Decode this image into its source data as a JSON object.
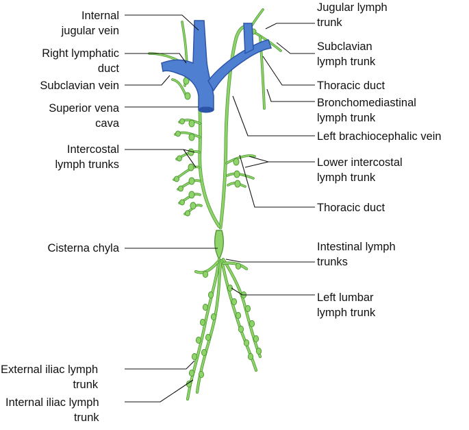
{
  "labels": {
    "internal_jugular_vein": [
      "Internal",
      "jugular vein"
    ],
    "right_lymphatic_duct": [
      "Right lymphatic",
      "duct"
    ],
    "subclavian_vein": [
      "Subclavian vein"
    ],
    "superior_vena_cava": [
      "Superior vena",
      "cava"
    ],
    "intercostal_lymph_trunks": [
      "Intercostal",
      "lymph trunks"
    ],
    "cisterna_chyla": [
      "Cisterna chyla"
    ],
    "external_iliac_lymph_trunk": [
      "External iliac lymph",
      "trunk"
    ],
    "internal_iliac_lymph_trunk": [
      "Internal iliac lymph",
      "trunk"
    ],
    "jugular_lymph_trunk": [
      "Jugular lymph",
      "trunk"
    ],
    "subclavian_lymph_trunk": [
      "Subclavian",
      "lymph trunk"
    ],
    "thoracic_duct_top": [
      "Thoracic duct"
    ],
    "bronchomediastinal_lymph_trunk": [
      "Bronchomediastinal",
      "lymph trunk"
    ],
    "left_brachiocephalic_vein": [
      "Left brachiocephalic vein"
    ],
    "lower_intercostal_lymph_trunk": [
      "Lower intercostal",
      "lymph trunk"
    ],
    "thoracic_duct_lower": [
      "Thoracic duct"
    ],
    "intestinal_lymph_trunks": [
      "Intestinal lymph",
      "trunks"
    ],
    "left_lumbar_lymph_trunk": [
      "Left lumbar",
      "lymph trunk"
    ]
  },
  "colors": {
    "vein": "#4f7fd0",
    "vein_dark": "#2c55a8",
    "lymph": "#8fd36a",
    "lymph_dark": "#4e9a34",
    "leader": "#111111"
  }
}
